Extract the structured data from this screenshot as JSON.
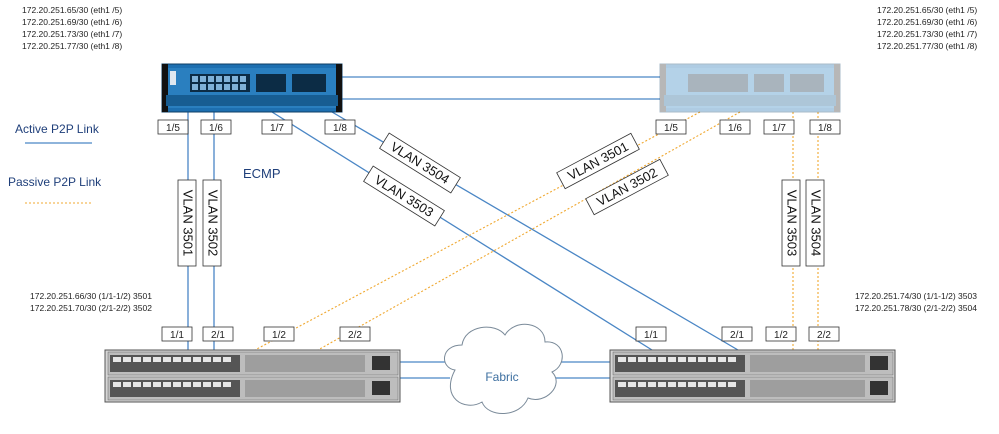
{
  "firewall_left_ips": [
    "172.20.251.65/30 (eth1 /5)",
    "172.20.251.69/30 (eth1 /6)",
    "172.20.251.73/30 (eth1 /7)",
    "172.20.251.77/30 (eth1 /8)"
  ],
  "firewall_right_ips": [
    "172.20.251.65/30 (eth1 /5)",
    "172.20.251.69/30 (eth1 /6)",
    "172.20.251.73/30 (eth1 /7)",
    "172.20.251.77/30 (eth1 /8)"
  ],
  "firewall_left_ports": [
    "1/5",
    "1/6",
    "1/7",
    "1/8"
  ],
  "firewall_right_ports": [
    "1/5",
    "1/6",
    "1/7",
    "1/8"
  ],
  "switch_left_ports": [
    "1/1",
    "2/1",
    "1/2",
    "2/2"
  ],
  "switch_right_ports": [
    "1/1",
    "2/1",
    "1/2",
    "2/2"
  ],
  "switch_left_ips": [
    "172.20.251.66/30 (1/1-1/2) 3501",
    "172.20.251.70/30 (2/1-2/2) 3502"
  ],
  "switch_right_ips": [
    "172.20.251.74/30 (1/1-1/2) 3503",
    "172.20.251.78/30 (2/1-2/2) 3504"
  ],
  "legend": {
    "active": "Active P2P Link",
    "passive": "Passive P2P Link"
  },
  "ecmp_label": "ECMP",
  "fabric_label": "Fabric",
  "vlans": {
    "v3501_left": "VLAN 3501",
    "v3502_left": "VLAN 3502",
    "v3503_diag": "VLAN 3503",
    "v3504_diag": "VLAN 3504",
    "v3501_diag": "VLAN 3501",
    "v3502_diag": "VLAN 3502",
    "v3503_right": "VLAN 3503",
    "v3504_right": "VLAN 3504"
  },
  "colors": {
    "active_link": "#4a86c5",
    "passive_link": "#f0a830",
    "firewall_body": "#2a7fbf",
    "switch_body": "#bdbdbd"
  }
}
